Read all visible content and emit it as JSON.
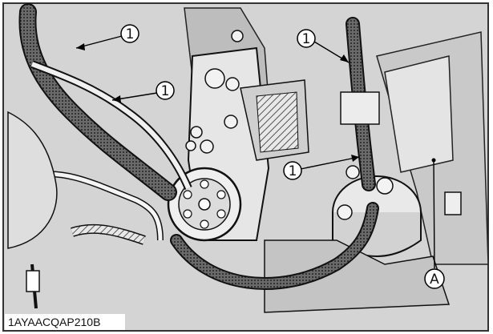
{
  "figure": {
    "id_label": "1AYAACQAP210B",
    "callouts": [
      {
        "key": "c1a",
        "label": "1"
      },
      {
        "key": "c1b",
        "label": "1"
      },
      {
        "key": "c1c",
        "label": "1"
      },
      {
        "key": "c1d",
        "label": "1"
      },
      {
        "key": "cA",
        "label": "A"
      }
    ]
  }
}
